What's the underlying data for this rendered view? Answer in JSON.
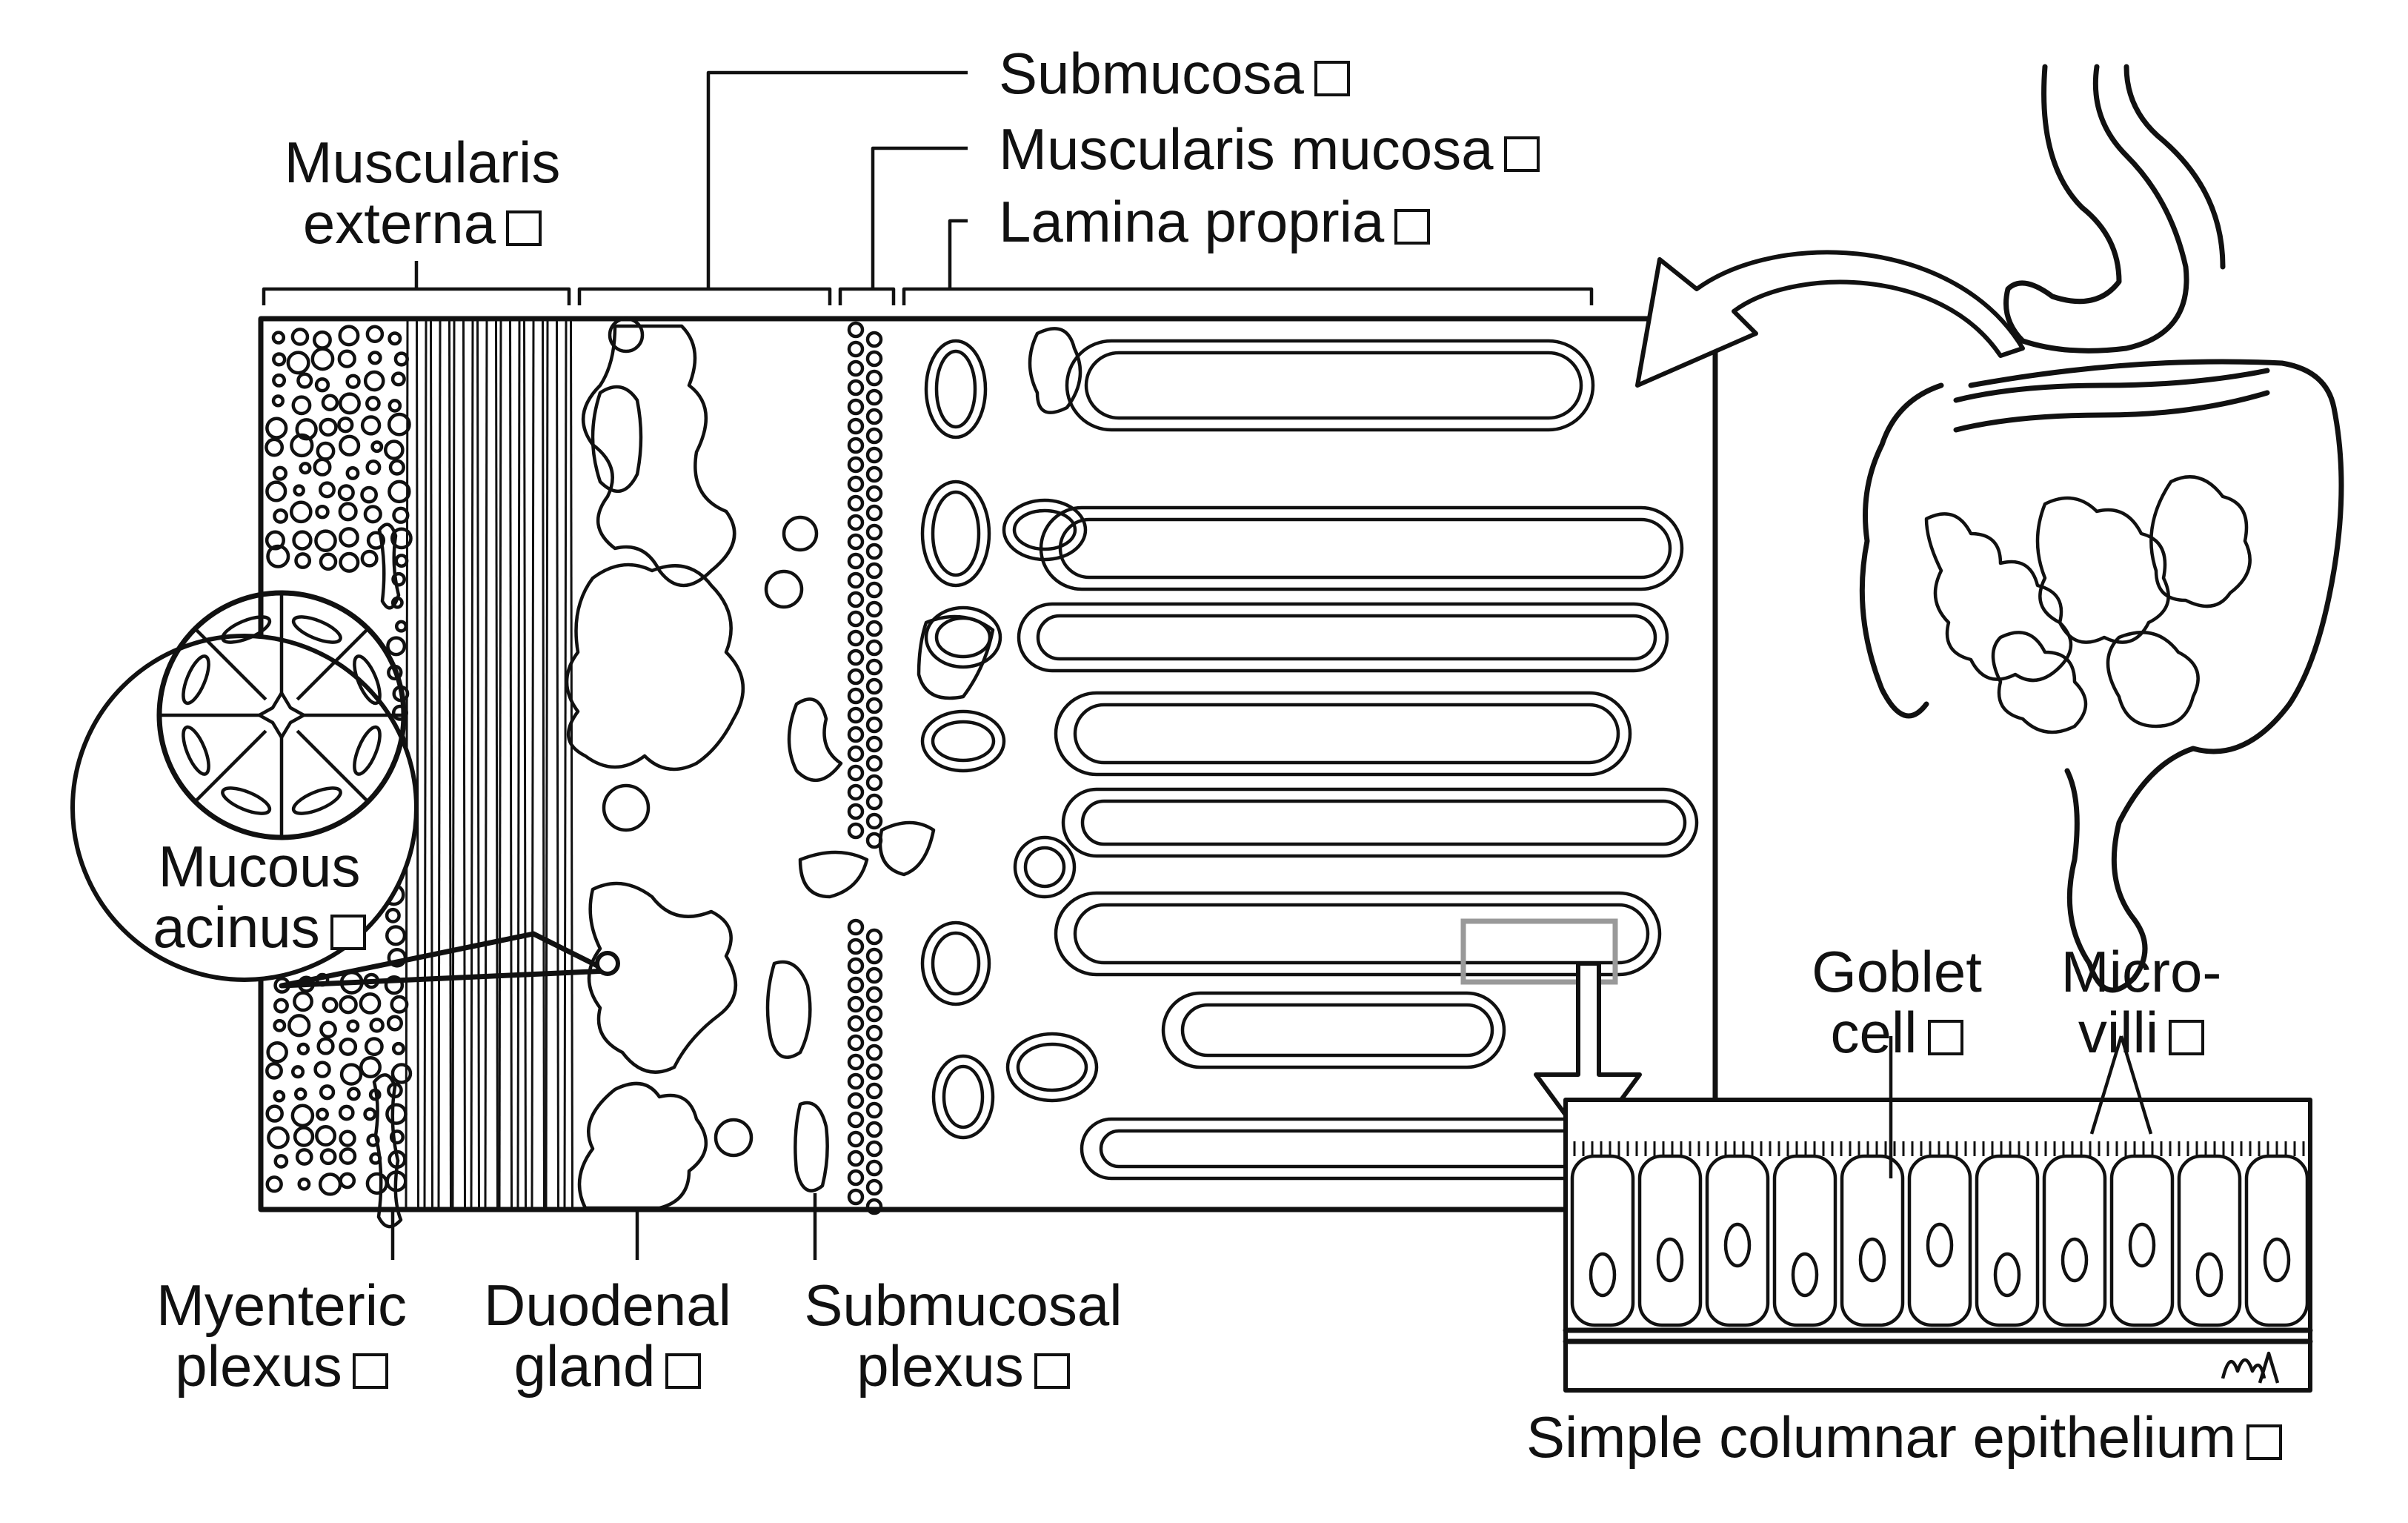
{
  "labels": {
    "submucosa": "Submucosa",
    "muscularis_mucosa": "Muscularis mucosa",
    "lamina_propria": "Lamina propria",
    "muscularis_externa_line1": "Muscularis",
    "muscularis_externa_line2": "externa",
    "mucous_acinus_line1": "Mucous",
    "mucous_acinus_line2": "acinus",
    "goblet_cell_line1": "Goblet",
    "goblet_cell_line2": "cell",
    "microvilli_line1": "Micro-",
    "microvilli_line2": "villi",
    "myenteric_plexus_line1": "Myenteric",
    "myenteric_plexus_line2": "plexus",
    "duodenal_gland_line1": "Duodenal",
    "duodenal_gland_line2": "gland",
    "submucosal_plexus_line1": "Submucosal",
    "submucosal_plexus_line2": "plexus",
    "simple_columnar_epithelium": "Simple columnar epithelium"
  },
  "signature": "MA",
  "colors": {
    "ink": "#111111",
    "paper": "#ffffff",
    "highlight_box": "#999999"
  }
}
